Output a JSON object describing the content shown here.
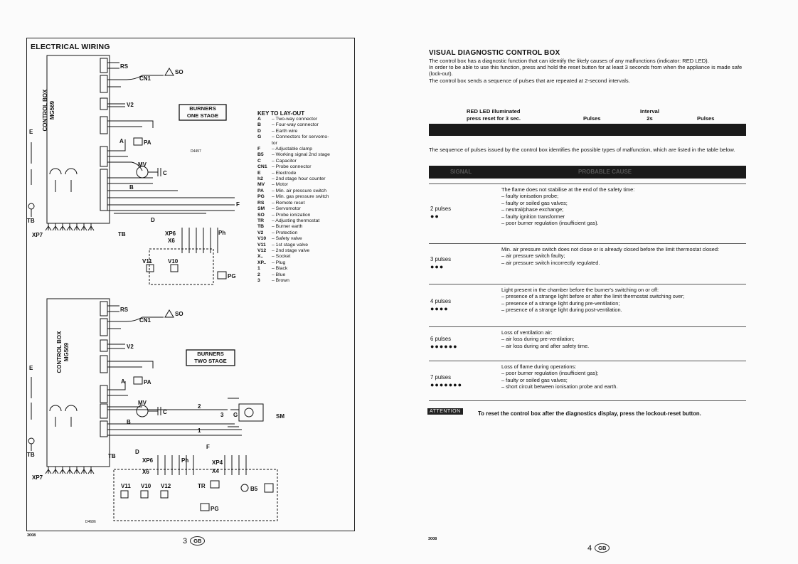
{
  "left_page": {
    "title": "ELECTRICAL WIRING",
    "stage1_title": "BURNERS\nONE STAGE",
    "stage2_title": "BURNERS\nTWO STAGE",
    "control_box_label": "CONTROL BOX",
    "control_box_model": "MG569",
    "key_title": "KEY TO LAY-OUT",
    "key": [
      {
        "code": "A",
        "desc": "– Two-way connector"
      },
      {
        "code": "B",
        "desc": "– Four-way connector"
      },
      {
        "code": "D",
        "desc": "– Earth wire"
      },
      {
        "code": "G",
        "desc": "– Connectors for servomo-"
      },
      {
        "code": "",
        "desc": "tor"
      },
      {
        "code": "F",
        "desc": "– Adjustable clamp"
      },
      {
        "code": "B5",
        "desc": "– Working signal 2nd stage"
      },
      {
        "code": "C",
        "desc": "– Capacitor"
      },
      {
        "code": "CN1",
        "desc": "– Probe connector"
      },
      {
        "code": "E",
        "desc": "– Electrode"
      },
      {
        "code": "h2",
        "desc": "– 2nd stage hour counter"
      },
      {
        "code": "MV",
        "desc": "– Motor"
      },
      {
        "code": "PA",
        "desc": "– Min. air pressure switch"
      },
      {
        "code": "PG",
        "desc": "– Min. gas pressure switch"
      },
      {
        "code": "RS",
        "desc": "– Remote reset"
      },
      {
        "code": "SM",
        "desc": "– Servomotor"
      },
      {
        "code": "SO",
        "desc": "– Probe ionization"
      },
      {
        "code": "TR",
        "desc": "– Adjusting thermostat"
      },
      {
        "code": "TB",
        "desc": "– Burner earth"
      },
      {
        "code": "V2",
        "desc": "– Protection"
      },
      {
        "code": "V10",
        "desc": "– Safety valve"
      },
      {
        "code": "V11",
        "desc": "– 1st stage valve"
      },
      {
        "code": "V12",
        "desc": "– 2nd stage valve"
      },
      {
        "code": "X..",
        "desc": "– Socket"
      },
      {
        "code": "XP..",
        "desc": "– Plug"
      },
      {
        "code": "1",
        "desc": "– Black"
      },
      {
        "code": "2",
        "desc": "– Blue"
      },
      {
        "code": "3",
        "desc": "– Brown"
      }
    ],
    "labels": {
      "rs": "RS",
      "cn1": "CN1",
      "so": "SO",
      "v2": "V2",
      "pa": "PA",
      "mv": "MV",
      "c": "C",
      "a": "A",
      "b": "B",
      "e": "E",
      "tb": "TB",
      "f": "F",
      "d": "D",
      "xp7": "XP7",
      "xp6": "XP6",
      "x6": "X6",
      "v11": "V11",
      "v10": "V10",
      "v12": "V12",
      "pg": "PG",
      "ph": "Ph",
      "sm": "SM",
      "g": "G",
      "b5": "B5",
      "tr": "TR",
      "xp4": "XP4",
      "x4": "X4",
      "num3": "3",
      "num2": "2",
      "num1": "1",
      "code_top": "D4497",
      "code_bottom": "D4686"
    },
    "doc_code": "3008",
    "page_number": "3",
    "lang_badge": "GB"
  },
  "right_page": {
    "title": "VISUAL DIAGNOSTIC CONTROL BOX",
    "intro": [
      "The control box has a diagnostic function that can identify the likely causes of any malfunctions (indicator: RED LED).",
      "In order to be able to use this function, press and hold the reset button for at least 3 seconds from when the appliance is made safe (lock-out).",
      "The control box sends a sequence of pulses that are repeated at 2-second intervals."
    ],
    "header_red_led": "RED LED illuminated",
    "header_press_reset": "press reset for 3 sec.",
    "header_pulses_1": "Pulses",
    "header_interval": "Interval",
    "header_interval_value": "2s",
    "header_pulses_2": "Pulses",
    "sequence_text": "The sequence of pulses issued by the control box identifies the possible types of malfunction, which are listed in the table below.",
    "table_header_signal": "SIGNAL",
    "table_header_cause": "PROBABLE CAUSE",
    "rows": [
      {
        "pulses": "2 pulses",
        "dots": "●●",
        "lines": [
          "The flame does not stabilise at the end of the safety time:",
          "– faulty ionisation probe;",
          "– faulty or soiled gas valves;",
          "– neutral/phase exchange;",
          "– faulty ignition transformer",
          "– poor burner regulation (insufficient gas)."
        ]
      },
      {
        "pulses": "3 pulses",
        "dots": "●●●",
        "lines": [
          "Min. air pressure switch does not close or is already closed before the limit thermostat closed:",
          "– air pressure switch faulty;",
          "– air pressure switch incorrectly regulated."
        ]
      },
      {
        "pulses": "4 pulses",
        "dots": "●●●●",
        "lines": [
          "Light present in the chamber before the burner's switching on or off:",
          "– presence of a strange light before or after the limit thermostat switching over;",
          "– presence of a strange light during pre-ventilation;",
          "– presence of a strange light during post-ventilation."
        ]
      },
      {
        "pulses": "6 pulses",
        "dots": "●●●●●●",
        "lines": [
          "Loss of ventilation air:",
          "– air loss during pre-ventilation;",
          "– air loss during and after safety time."
        ]
      },
      {
        "pulses": "7 pulses",
        "dots": "●●●●●●●",
        "lines": [
          "Loss of flame during operations:",
          "– poor burner regulation (insufficient gas);",
          "– faulty or soiled gas valves;",
          "– short circuit between ionisation probe and earth."
        ]
      }
    ],
    "attention_label": "ATTENTION",
    "attention_text": "To reset the control box after the diagnostics display, press the lockout-reset button.",
    "doc_code": "3008",
    "page_number": "4",
    "lang_badge": "GB"
  }
}
